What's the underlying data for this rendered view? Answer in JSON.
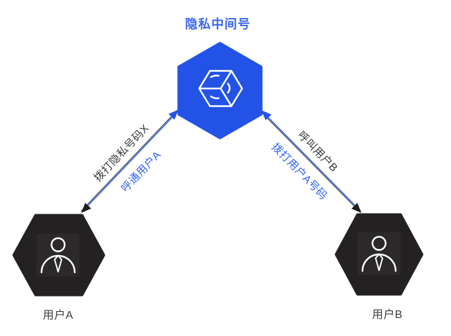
{
  "diagram": {
    "title": "隐私中间号",
    "center_node": {
      "label": "隐私中间号",
      "icon": "cube-hexagon-icon"
    },
    "users": [
      {
        "id": "A",
        "label": "用户A",
        "icon": "person-icon"
      },
      {
        "id": "B",
        "label": "用户B",
        "icon": "person-icon"
      }
    ],
    "connections": [
      {
        "between": [
          "用户A",
          "隐私中间号"
        ],
        "request_label": "拨打隐私号码X",
        "response_label": "呼通用户A"
      },
      {
        "between": [
          "隐私中间号",
          "用户B"
        ],
        "request_label": "呼叫用户B",
        "response_label": "拨打用户A号码"
      }
    ],
    "colors": {
      "primary_blue": "#2353E6",
      "title_blue": "#3B66F0",
      "link_blue": "#3563F2",
      "dark_node": "#242122",
      "dark_node_inner": "#2C292A",
      "text_dark": "#3A3A3A",
      "line_dark": "#4D4D52",
      "arrow_black": "#1E1E1E",
      "background": "#FFFFFF"
    }
  }
}
